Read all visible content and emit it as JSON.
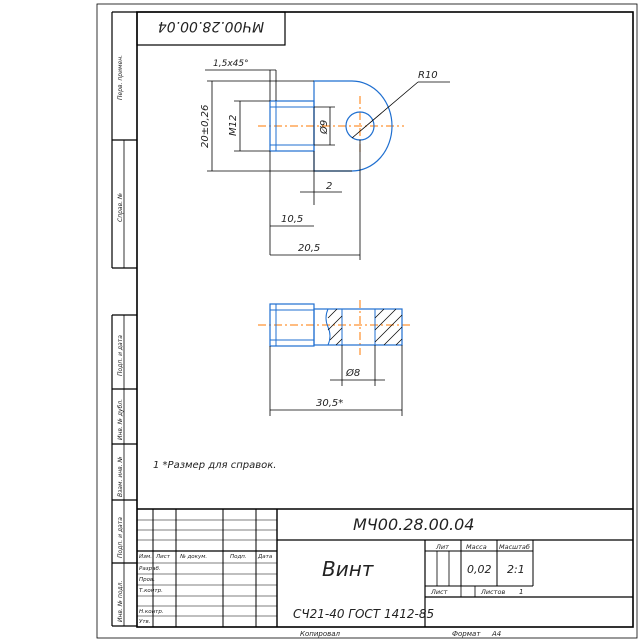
{
  "drawing": {
    "designation_top": "МЧ00.28.00.04",
    "designation_block": "МЧ00.28.00.04",
    "part_name": "Винт",
    "material": "СЧ21-40 ГОСТ 1412-85",
    "note": "1  *Размер для справок.",
    "copied_label": "Копировал",
    "format_label": "Формат",
    "format_value": "А4",
    "mass": "0,02",
    "scale": "2:1",
    "sheets_total": "1"
  },
  "dimensions": {
    "chamfer": "1,5x45°",
    "height": "20±0,26",
    "thread": "М12",
    "inner_diameter": "Ø9",
    "radius": "R10",
    "offset": "2",
    "len1": "10,5",
    "len2": "20,5",
    "hole_diameter": "Ø8",
    "total": "30,5*"
  },
  "title_block": {
    "headers": {
      "izm": "Изм.",
      "list": "Лист",
      "doc_no": "№ докум.",
      "sign": "Подп.",
      "date": "Дата",
      "lit": "Лит",
      "massa": "Масса",
      "masshtab": "Масштаб",
      "list2": "Лист",
      "listov": "Листов"
    },
    "roles": [
      "Разраб.",
      "Пров.",
      "Т.контр.",
      "",
      "Н.контр.",
      "Утв."
    ]
  },
  "side_labels": [
    "Перв. примен.",
    "Справ. №",
    "Подп. и дата",
    "Инв. № дубл.",
    "Взам. инв. №",
    "Подп. и дата",
    "Инв. № подл."
  ]
}
